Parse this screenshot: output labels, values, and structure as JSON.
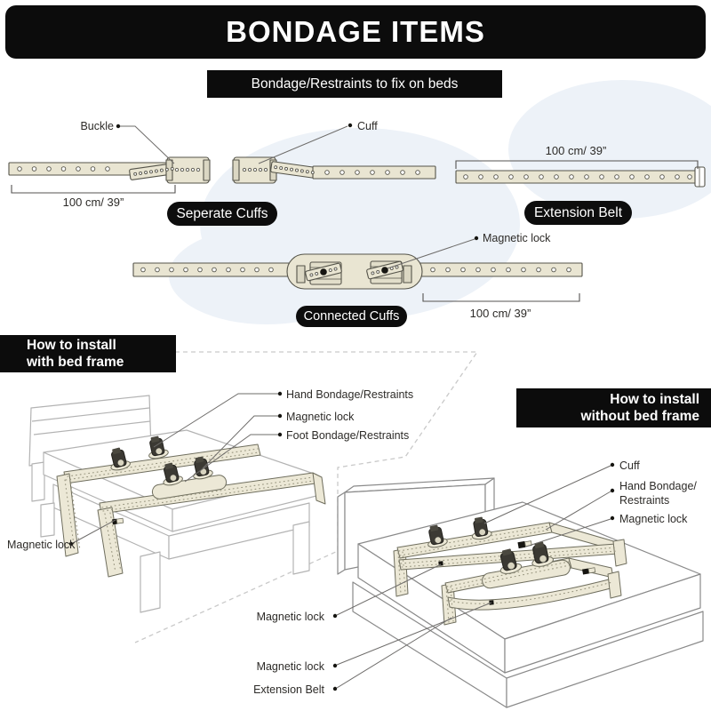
{
  "header": {
    "title": "BONDAGE ITEMS"
  },
  "banner": {
    "subtitle": "Bondage/Restraints to fix on beds"
  },
  "items": {
    "separate_cuffs": {
      "pill": "Seperate Cuffs",
      "buckle": "Buckle",
      "cuff": "Cuff",
      "length": "100 cm/ 39”"
    },
    "extension_belt": {
      "pill": "Extension Belt",
      "length": "100 cm/ 39”"
    },
    "connected_cuffs": {
      "pill": "Connected Cuffs",
      "magnetic_lock": "Magnetic lock",
      "length": "100 cm/ 39”"
    }
  },
  "with_frame": {
    "heading": "How to install\nwith bed frame",
    "labels": {
      "hand": "Hand Bondage/Restraints",
      "magnetic": "Magnetic lock",
      "foot": "Foot Bondage/Restraints",
      "magnetic_side": "Magnetic lock"
    }
  },
  "without_frame": {
    "heading": "How to install\nwithout  bed frame",
    "labels": {
      "cuff": "Cuff",
      "hand": "Hand Bondage/\nRestraints",
      "magnetic": "Magnetic lock",
      "magnetic_mid": "Magnetic lock",
      "magnetic_low": "Magnetic lock",
      "extension": "Extension Belt"
    }
  },
  "colors": {
    "accent_black": "#0c0c0c",
    "belt": "#e9e5d2",
    "belt_outline": "#5b594c",
    "blob": "#edf2f8",
    "label_text": "#2d2b28",
    "bed_line_light": "#b3b3b3",
    "bed_line_dark": "#8a8a8a"
  }
}
